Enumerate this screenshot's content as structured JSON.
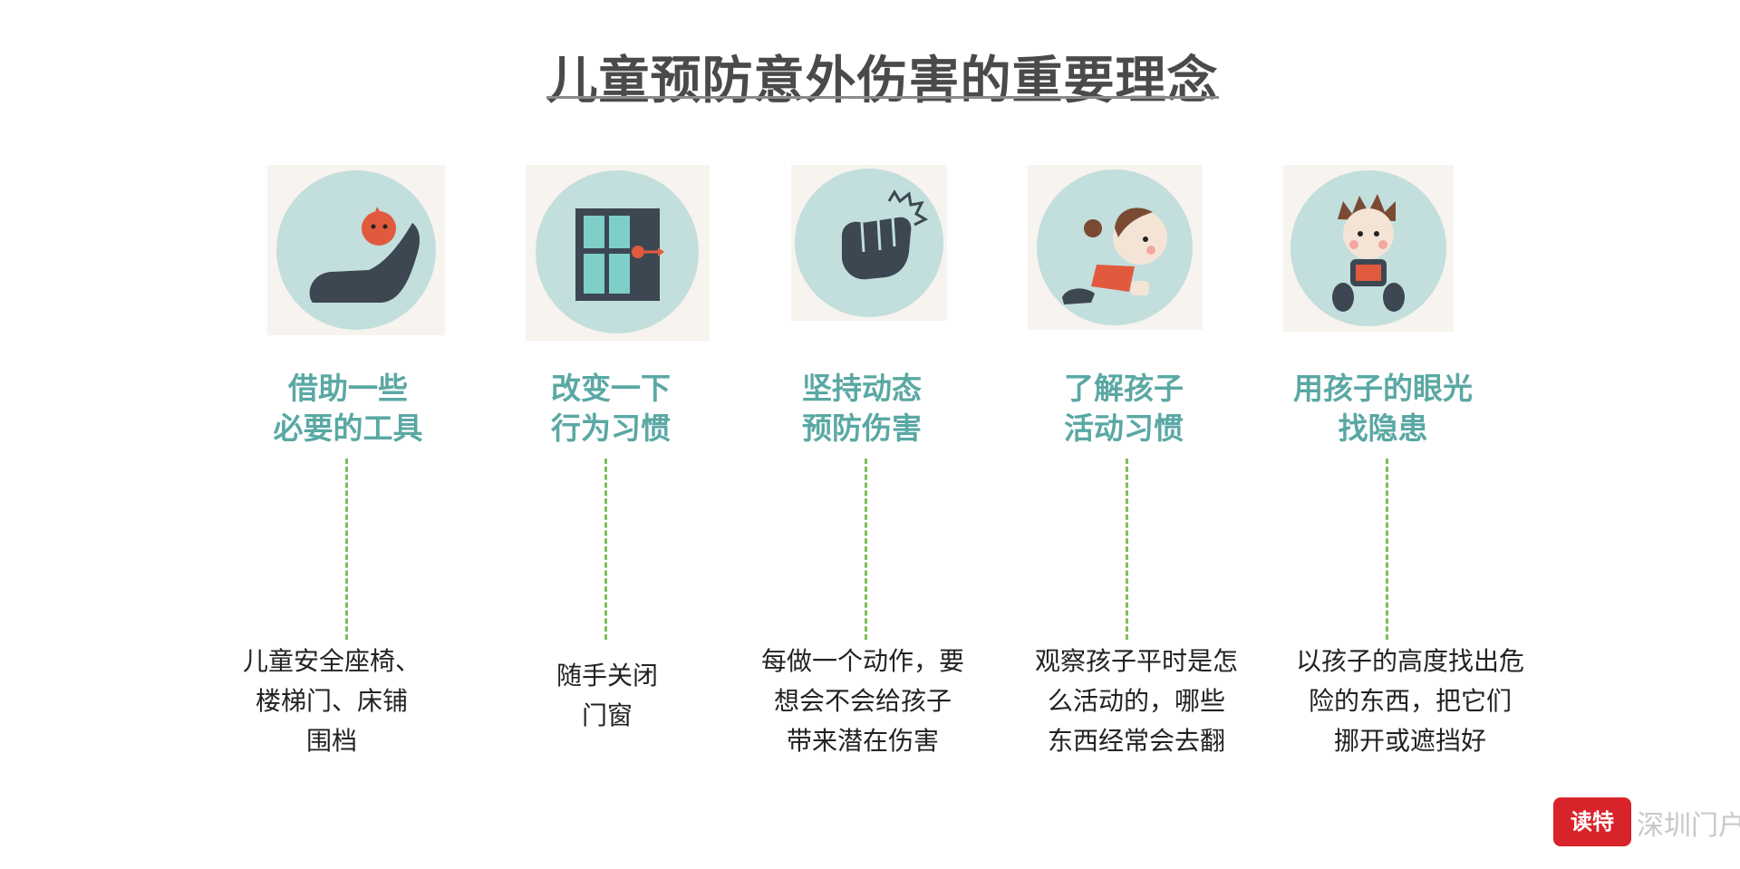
{
  "title": "儿童预防意外伤害的重要理念",
  "colors": {
    "title": "#4a4a4a",
    "heading": "#5aa8a4",
    "circle": "#c2dedd",
    "dashed_line": "#7cbf5a",
    "icon_dark": "#3c4752",
    "accent_red": "#e25a3e"
  },
  "columns": [
    {
      "icon": "car-seat-icon",
      "heading": "借助一些\n必要的工具",
      "description": "儿童安全座椅、\n楼梯门、床铺\n围档"
    },
    {
      "icon": "window-lock-icon",
      "heading": "改变一下\n行为习惯",
      "description": "随手关闭\n门窗"
    },
    {
      "icon": "fist-icon",
      "heading": "坚持动态\n预防伤害",
      "description": "每做一个动作，要\n想会不会给孩子\n带来潜在伤害"
    },
    {
      "icon": "crawling-baby-icon",
      "heading": "了解孩子\n活动习惯",
      "description": "观察孩子平时是怎\n么活动的，哪些\n东西经常会去翻"
    },
    {
      "icon": "sitting-child-icon",
      "heading": "用孩子的眼光\n找隐患",
      "description": "以孩子的高度找出危\n险的东西，把它们\n挪开或遮挡好"
    }
  ],
  "watermark": {
    "badge": "读特",
    "text": "深圳门户"
  }
}
